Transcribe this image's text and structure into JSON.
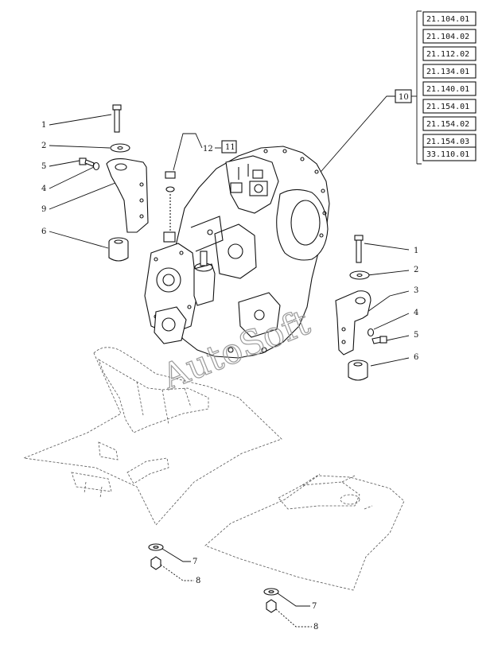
{
  "reference_codes": [
    "21.104.01",
    "21.104.02",
    "21.112.02",
    "21.134.01",
    "21.140.01",
    "21.154.01",
    "21.154.02",
    "21.154.03",
    "33.110.01"
  ],
  "group_label": "10",
  "sub_label_a": "12",
  "sub_label_b": "11",
  "left_callouts": [
    "1",
    "2",
    "5",
    "4",
    "9",
    "6"
  ],
  "right_callouts": [
    "1",
    "2",
    "3",
    "4",
    "5",
    "6"
  ],
  "bottom_left_callouts": [
    "7",
    "8"
  ],
  "bottom_right_callouts": [
    "7",
    "8"
  ],
  "watermark": "AutoSoft"
}
